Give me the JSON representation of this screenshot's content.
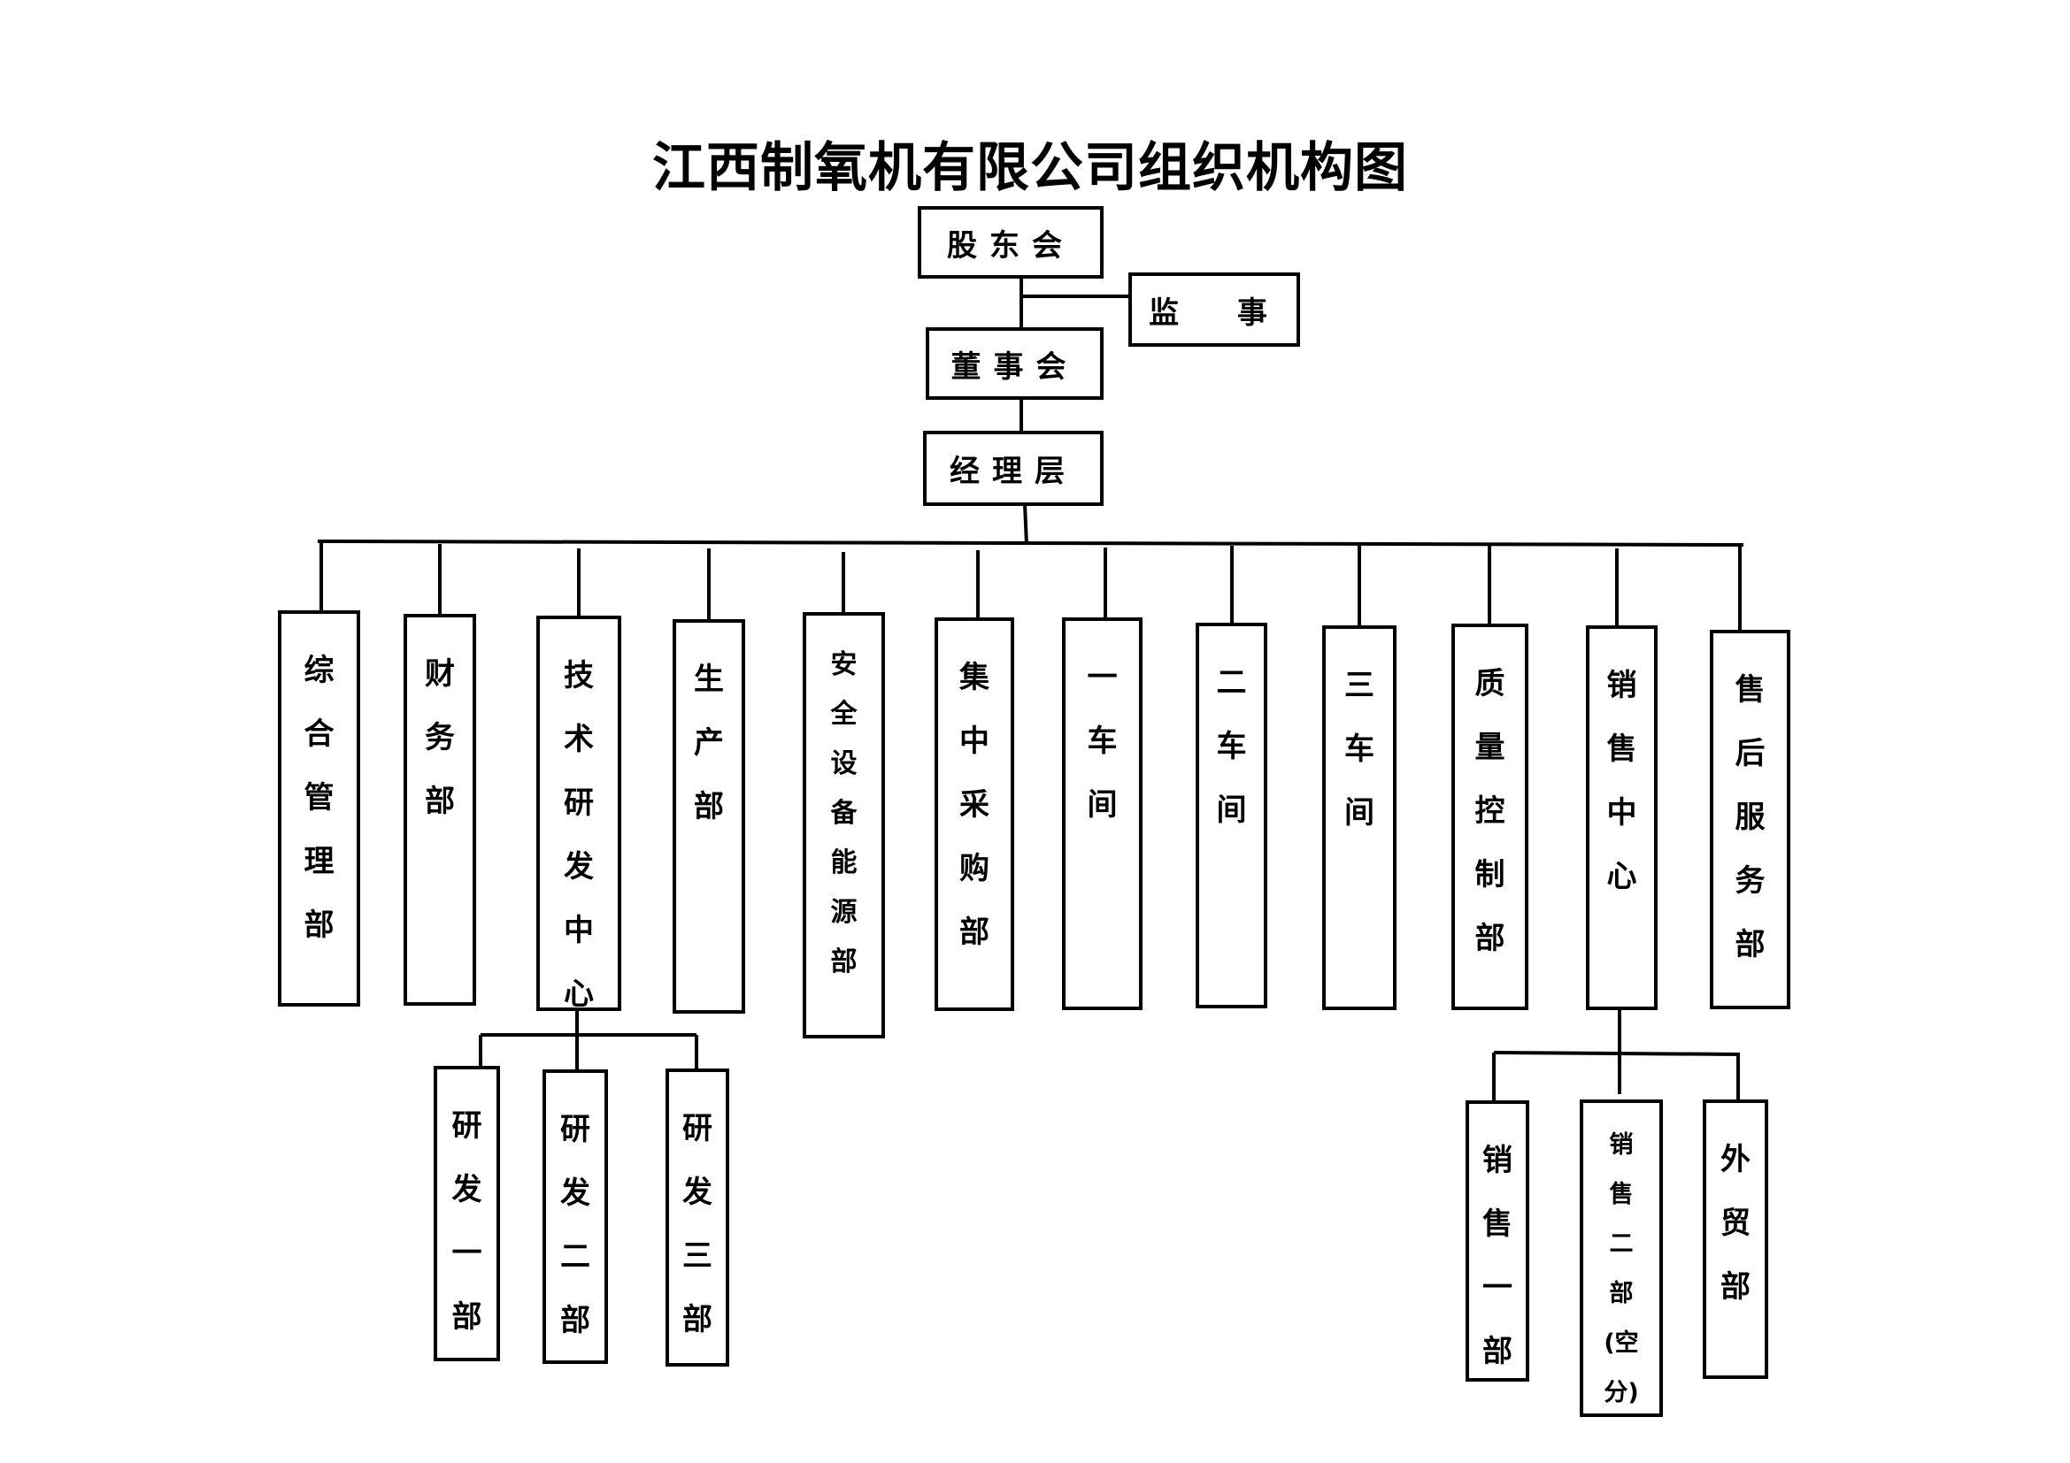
{
  "title": "江西制氧机有限公司组织机构图",
  "top_chain": {
    "shareholders": "股东会",
    "supervisor": "监  事",
    "board": "董事会",
    "management": "经理层"
  },
  "departments": [
    {
      "id": "zonghe",
      "label": "综合管理部"
    },
    {
      "id": "caiwu",
      "label": "财务部"
    },
    {
      "id": "jishu",
      "label": "技术研发中心"
    },
    {
      "id": "shengchan",
      "label": "生产部"
    },
    {
      "id": "anquan",
      "label": "安全设备能源部"
    },
    {
      "id": "caigou",
      "label": "集中采购部"
    },
    {
      "id": "chejian1",
      "label": "一车间"
    },
    {
      "id": "chejian2",
      "label": "二车间"
    },
    {
      "id": "chejian3",
      "label": "三车间"
    },
    {
      "id": "zhiliang",
      "label": "质量控制部"
    },
    {
      "id": "xiaoshou",
      "label": "销售中心"
    },
    {
      "id": "shouhou",
      "label": "售后服务部"
    }
  ],
  "rd_subunits": [
    {
      "label": "研发一部"
    },
    {
      "label": "研发二部"
    },
    {
      "label": "研发三部"
    }
  ],
  "sales_subunits": [
    {
      "label": "销售一部"
    },
    {
      "label": "销售二部(空分)"
    },
    {
      "label": "外贸部"
    }
  ],
  "colors": {
    "line": "#000000",
    "background": "#ffffff"
  }
}
